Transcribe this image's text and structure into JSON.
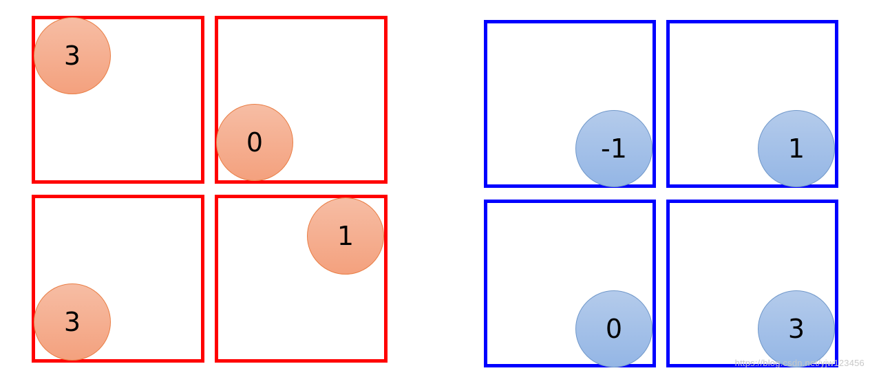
{
  "left_group": {
    "border_color": "#ff0000",
    "circle_color": "#f4a98a",
    "cells": [
      {
        "name": "top-left",
        "value": "3"
      },
      {
        "name": "top-right",
        "value": "0"
      },
      {
        "name": "bottom-left",
        "value": "3"
      },
      {
        "name": "bottom-right",
        "value": "1"
      }
    ]
  },
  "right_group": {
    "border_color": "#0000ff",
    "circle_color": "#a3bfe7",
    "cells": [
      {
        "name": "top-left",
        "value": "-1"
      },
      {
        "name": "top-right",
        "value": "1"
      },
      {
        "name": "bottom-left",
        "value": "0"
      },
      {
        "name": "bottom-right",
        "value": "3"
      }
    ]
  },
  "watermark": "https://blog.csdn.net/yjw123456"
}
